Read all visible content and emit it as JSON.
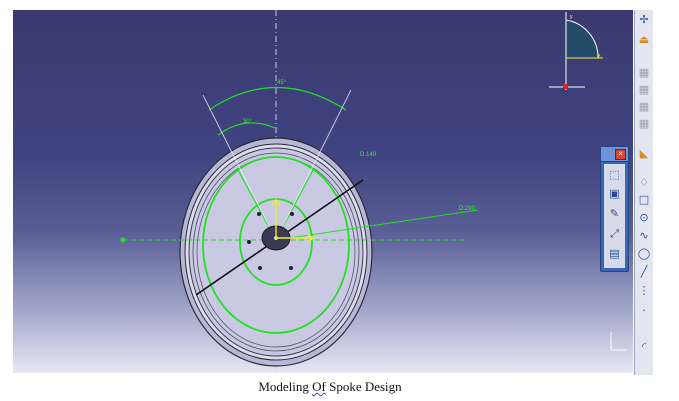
{
  "caption": {
    "prefix": "Modeling ",
    "underlined": "Of",
    "suffix": " Spoke Design"
  },
  "dimensions": {
    "angle_outer": "45°",
    "angle_inner": "30°",
    "diameter_inner": "D.140",
    "diameter_outer": "D.290"
  },
  "compass": {
    "x_label": "x",
    "y_label": "y"
  },
  "colors": {
    "viewport_top": "#3a3a70",
    "viewport_bottom": "#e6e7f2",
    "sketch_green": "#22e022",
    "part_fill": "#c9c8e2",
    "toolbar_blue": "#3a66b8"
  },
  "toolbar_icons": [
    "pin-icon",
    "exit-workbench-icon",
    "grid-icon",
    "snap-icon",
    "construction-icon",
    "geometry-icon",
    "cut-part-icon",
    "profile-icon",
    "rectangle-icon",
    "circle-icon",
    "spline-icon",
    "ellipse-icon",
    "line-icon",
    "axis-icon",
    "point-icon",
    "corner-icon"
  ],
  "floating_toolbar_icons": [
    "select-icon",
    "constraint-icon",
    "geometry-icon",
    "transform-icon",
    "tools-icon"
  ]
}
